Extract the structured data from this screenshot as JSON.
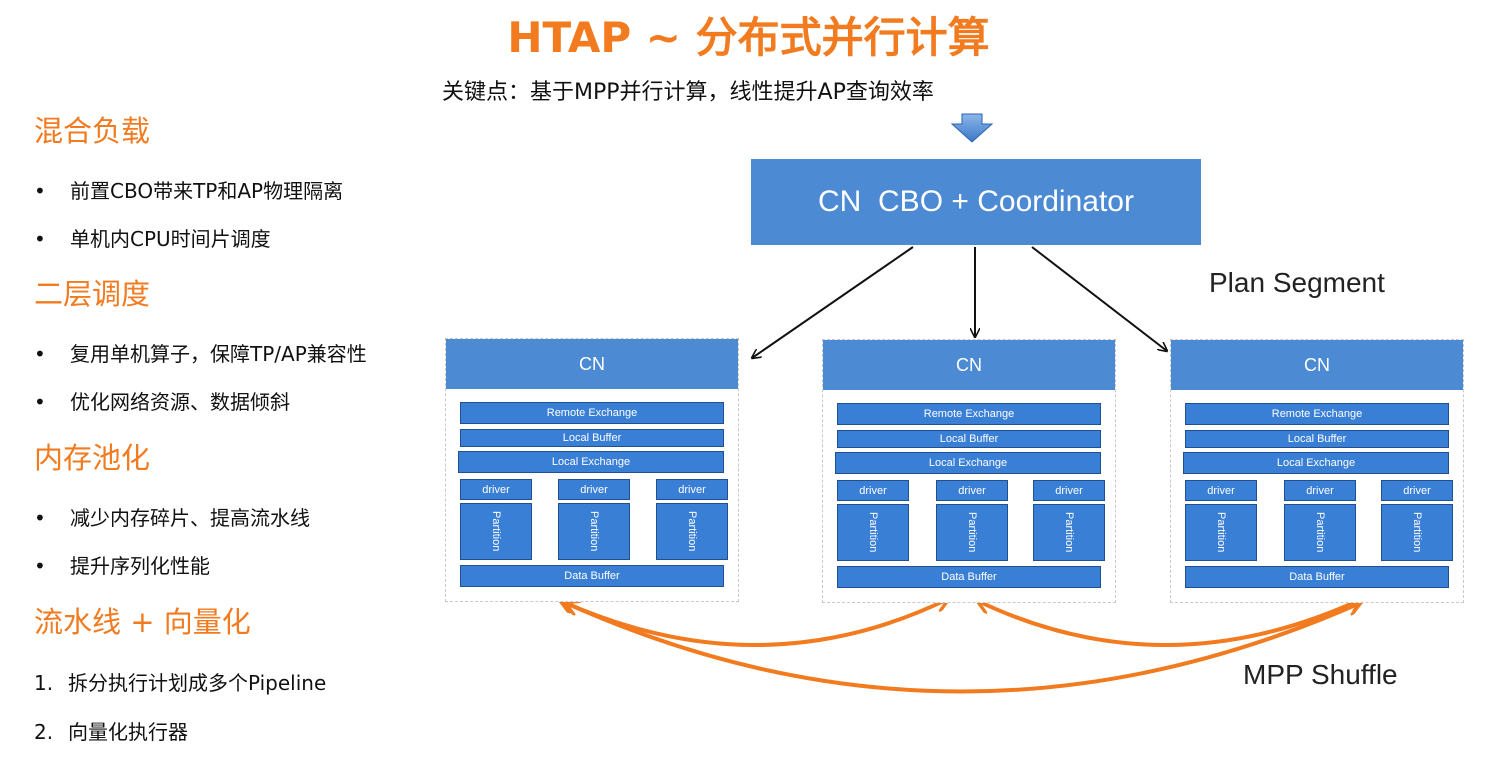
{
  "title": "HTAP ~ 分布式并行计算",
  "subtitle": "关键点：基于MPP并行计算，线性提升AP查询效率",
  "sections": [
    {
      "heading": "混合负载",
      "marker": "•",
      "items": [
        "前置CBO带来TP和AP物理隔离",
        "单机内CPU时间片调度"
      ]
    },
    {
      "heading": "二层调度",
      "marker": "•",
      "items": [
        "复用单机算子，保障TP/AP兼容性",
        "优化网络资源、数据倾斜"
      ]
    },
    {
      "heading": "内存池化",
      "marker": "•",
      "items": [
        "减少内存碎片、提高流水线",
        "提升序列化性能"
      ]
    },
    {
      "heading": "流水线 + 向量化",
      "markers": [
        "1.",
        "2."
      ],
      "items": [
        "拆分执行计划成多个Pipeline",
        "向量化执行器"
      ]
    }
  ],
  "diagram": {
    "coordinator_label": "CN  CBO + Coordinator",
    "plan_segment_label": "Plan Segment",
    "shuffle_label": "MPP Shuffle",
    "nodes": [
      {
        "header": "CN",
        "remote_exchange": "Remote Exchange",
        "local_buffer": "Local Buffer",
        "local_exchange": "Local Exchange",
        "drivers": [
          "driver",
          "driver",
          "driver"
        ],
        "partitions": [
          "Partition",
          "Partition",
          "Partition"
        ],
        "data_buffer": "Data Buffer"
      },
      {
        "header": "CN",
        "remote_exchange": "Remote Exchange",
        "local_buffer": "Local Buffer",
        "local_exchange": "Local Exchange",
        "drivers": [
          "driver",
          "driver",
          "driver"
        ],
        "partitions": [
          "Partition",
          "Partition",
          "Partition"
        ],
        "data_buffer": "Data Buffer"
      },
      {
        "header": "CN",
        "remote_exchange": "Remote Exchange",
        "local_buffer": "Local Buffer",
        "local_exchange": "Local Exchange",
        "drivers": [
          "driver",
          "driver",
          "driver"
        ],
        "partitions": [
          "Partition",
          "Partition",
          "Partition"
        ],
        "data_buffer": "Data Buffer"
      }
    ]
  },
  "colors": {
    "accent_orange": "#f27a1f",
    "box_blue": "#4d8ad4",
    "inner_blue": "#3a7fd6",
    "inner_border": "#20508f"
  }
}
